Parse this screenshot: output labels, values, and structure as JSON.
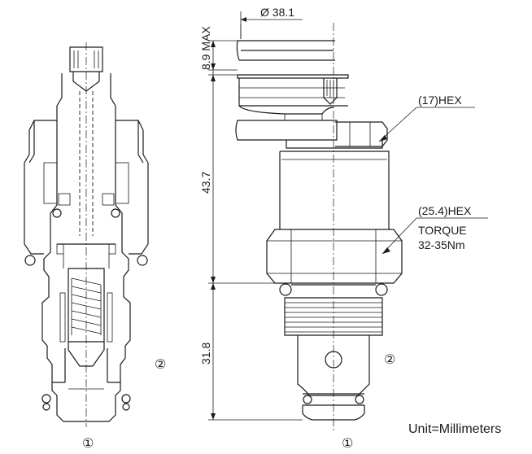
{
  "dimensions": {
    "diameter": "Ø 38.1",
    "max_height": "8.9 MAX",
    "length_upper": "43.7",
    "length_lower": "31.8"
  },
  "callouts": {
    "hex_small": "(17)HEX",
    "hex_large": "(25.4)HEX",
    "torque_label": "TORQUE",
    "torque_value": "32-35Nm"
  },
  "ports": {
    "section_port_1": "①",
    "section_port_2": "②",
    "elevation_port_1": "①",
    "elevation_port_2": "②"
  },
  "unit_note": "Unit=Millimeters"
}
